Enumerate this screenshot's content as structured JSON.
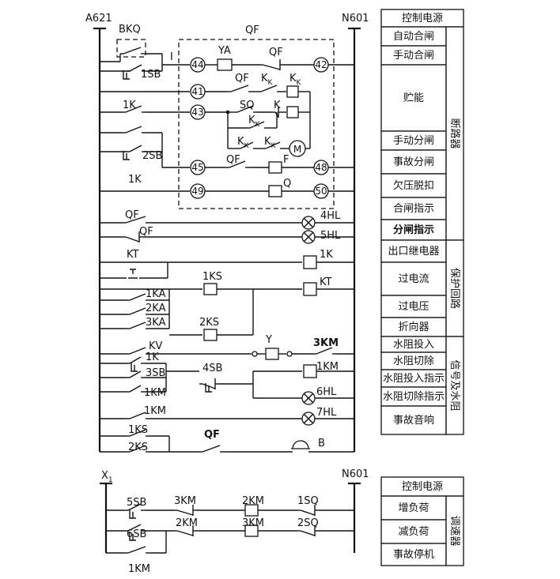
{
  "power_lines": {
    "top_left": "A621",
    "top_right": "N601",
    "bottom_left": "X",
    "bottom_left_sub": "1",
    "bottom_right": "N601"
  },
  "breaker_box_label": "QF",
  "bkq_label": "BKQ",
  "line_tag": "I",
  "nodes": [
    "44",
    "42",
    "41",
    "43",
    "45",
    "48",
    "49",
    "50"
  ],
  "coils": [
    "YA",
    "K",
    "K",
    "F",
    "Q",
    "1K",
    "KT",
    "1KS",
    "2KS",
    "Y",
    "1KM",
    "B"
  ],
  "contacts": [
    "QF",
    "QF",
    "K",
    "K",
    "SQ",
    "K",
    "K",
    "K",
    "K",
    "QF",
    "QF",
    "QF",
    "KT",
    "1K",
    "1SB",
    "2SB",
    "1K",
    "1KA",
    "2KA",
    "3KA",
    "KV",
    "1K",
    "3SB",
    "1KM",
    "4SB",
    "3KM",
    "1KM",
    "1KS",
    "2KS",
    "QF"
  ],
  "lamps": [
    "4HL",
    "5HL",
    "6HL",
    "7HL"
  ],
  "motor": "M",
  "bottom_circuit": {
    "labels": [
      "5SB",
      "3KM",
      "2KM",
      "1SQ",
      "6SB",
      "2KM",
      "3KM",
      "2SQ",
      "1KM"
    ]
  },
  "right_table_top": {
    "header": "控制电源",
    "rows": [
      {
        "label": "自动合闸",
        "group": "断路器"
      },
      {
        "label": "手动合闸",
        "group": "断路器"
      },
      {
        "label": "贮能",
        "group": "断路器"
      },
      {
        "label": "手动分闸",
        "group": "断路器"
      },
      {
        "label": "事故分闸",
        "group": "断路器"
      },
      {
        "label": "欠压脱扣",
        "group": "断路器"
      },
      {
        "label": "合闸指示",
        "group": "断路器"
      },
      {
        "label": "分闸指示",
        "group": "断路器"
      },
      {
        "label": "出口继电器",
        "group": "保护回路"
      },
      {
        "label": "过电流",
        "group": "保护回路"
      },
      {
        "label": "过电压",
        "group": "保护回路"
      },
      {
        "label": "折向器",
        "group": "保护回路"
      },
      {
        "label": "水阻投入",
        "group": "信号及水阻"
      },
      {
        "label": "水阻切除",
        "group": "信号及水阻"
      },
      {
        "label": "水阻投入指示",
        "group": "信号及水阻"
      },
      {
        "label": "水阻切除指示",
        "group": "信号及水阻"
      },
      {
        "label": "事故音响",
        "group": "信号及水阻"
      }
    ],
    "groups": [
      "断路器",
      "保护回路",
      "信号及水阻"
    ]
  },
  "right_table_bottom": {
    "header": "控制电源",
    "rows": [
      "增负荷",
      "减负荷",
      "事故停机"
    ],
    "group": "调速器"
  }
}
